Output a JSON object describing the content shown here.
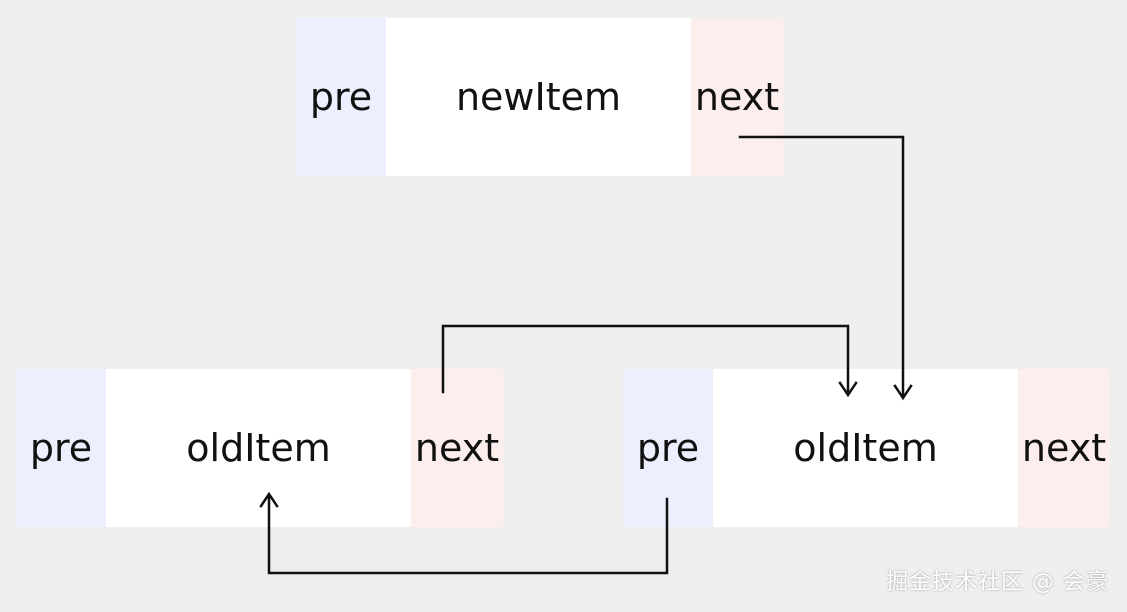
{
  "colors": {
    "pre_bg": "#eceffd",
    "next_bg": "#fdeeee",
    "item_bg": "#ffffff",
    "background": "#efefef",
    "line": "#111111"
  },
  "nodes": {
    "new": {
      "pre": "pre",
      "item": "newItem",
      "next": "next"
    },
    "old_left": {
      "pre": "pre",
      "item": "oldItem",
      "next": "next"
    },
    "old_right": {
      "pre": "pre",
      "item": "oldItem",
      "next": "next"
    }
  },
  "watermark": "掘金技术社区 @ 会豪"
}
